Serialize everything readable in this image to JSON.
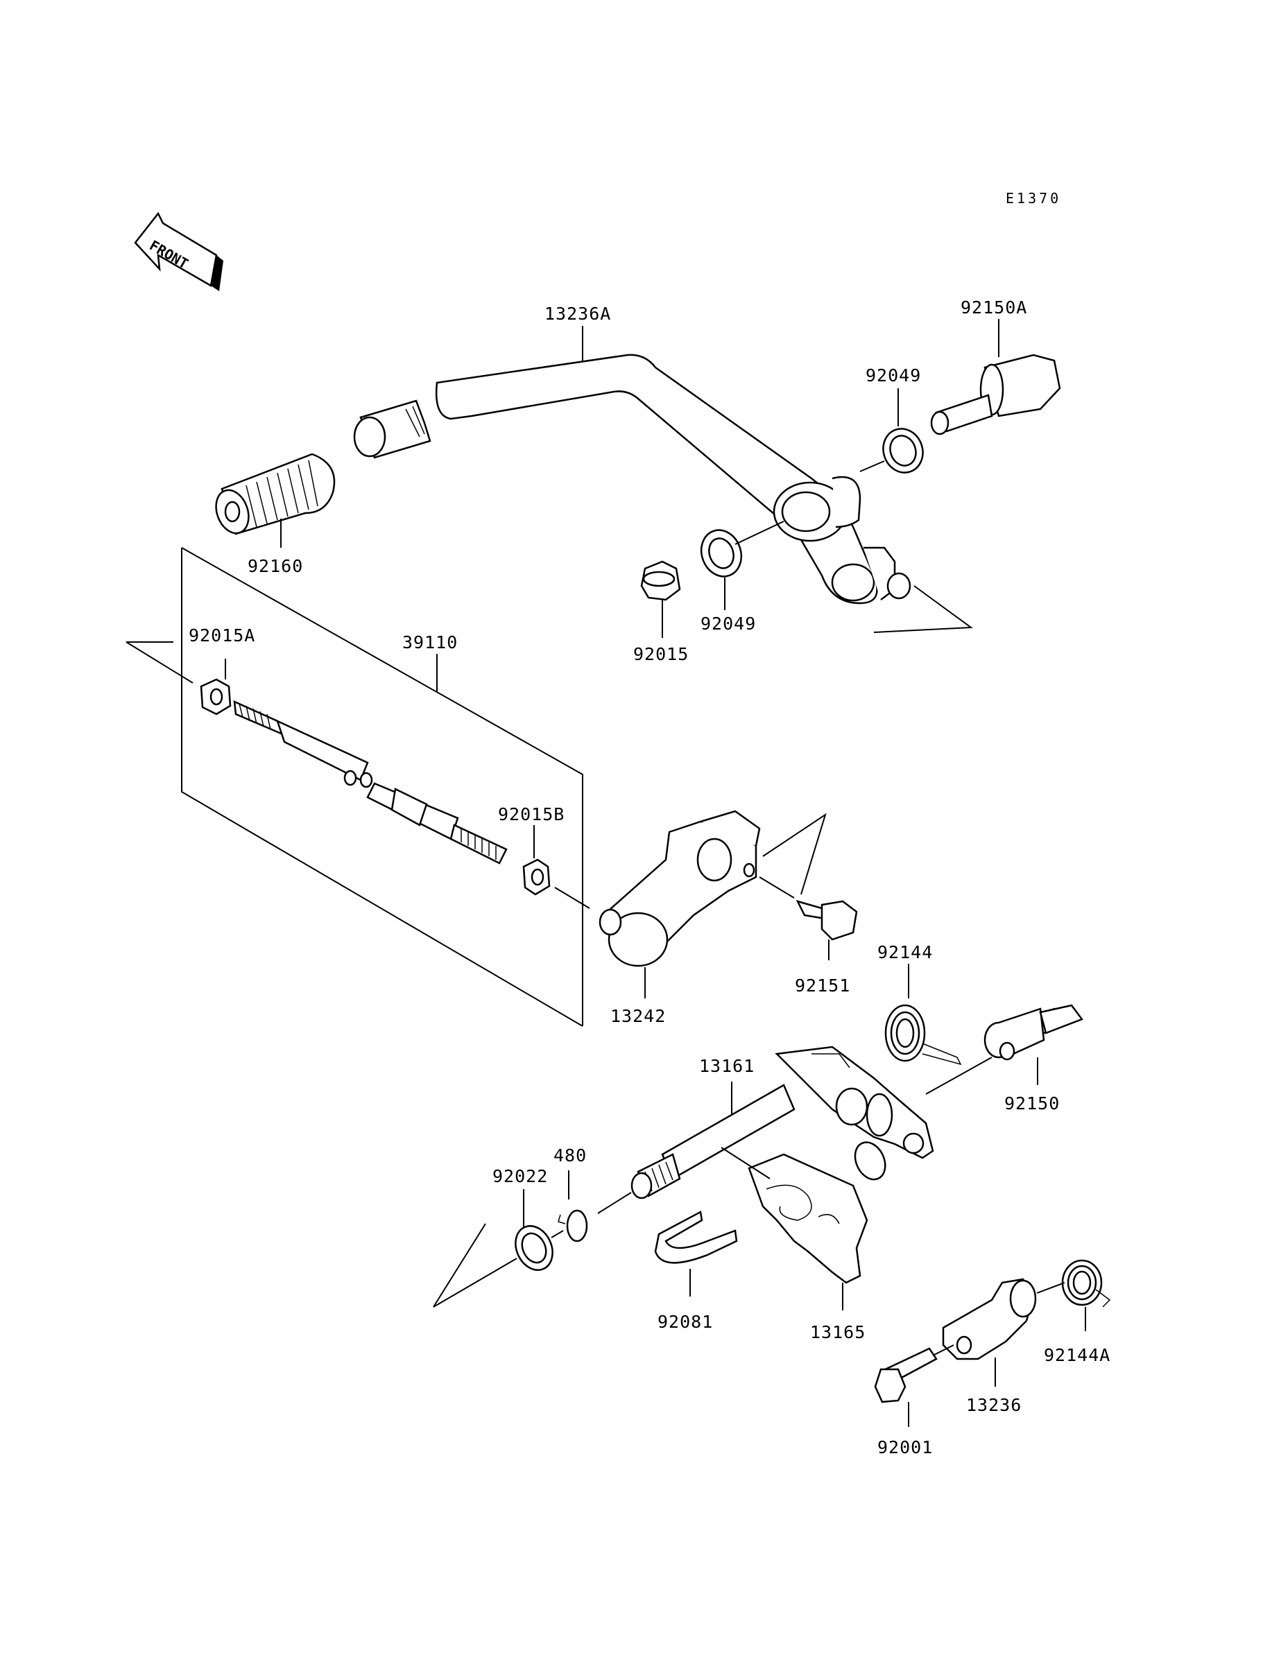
{
  "diagram_code": "E1370",
  "front_label": "FRONT",
  "parts": {
    "p13236A": "13236A",
    "p92150A": "92150A",
    "p92049a": "92049",
    "p92049b": "92049",
    "p92015": "92015",
    "p92160": "92160",
    "p92015A": "92015A",
    "p39110": "39110",
    "p92015B": "92015B",
    "p13242": "13242",
    "p92151": "92151",
    "p92144": "92144",
    "p92150": "92150",
    "p13161": "13161",
    "p480": "480",
    "p92022": "92022",
    "p92081": "92081",
    "p13165": "13165",
    "p92144A": "92144A",
    "p13236": "13236",
    "p92001": "92001"
  }
}
